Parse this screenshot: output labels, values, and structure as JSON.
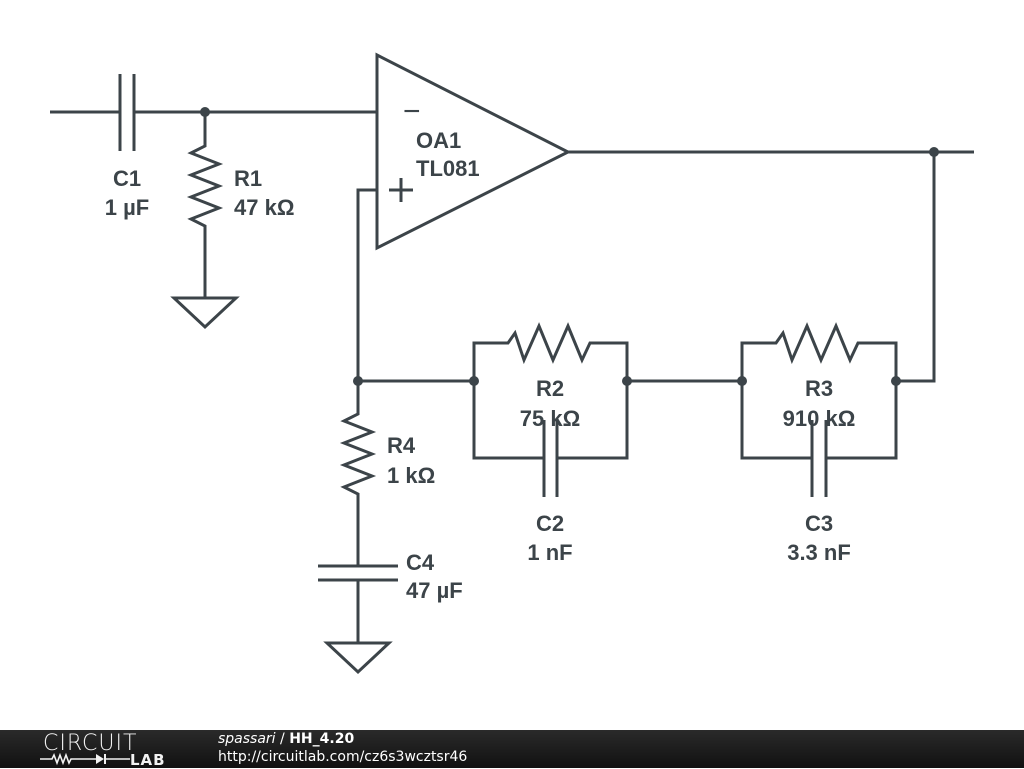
{
  "schematic": {
    "components": {
      "C1": {
        "ref": "C1",
        "value": "1 µF"
      },
      "R1": {
        "ref": "R1",
        "value": "47 kΩ"
      },
      "OA1": {
        "ref": "OA1",
        "value": "TL081"
      },
      "R2": {
        "ref": "R2",
        "value": "75 kΩ"
      },
      "C2": {
        "ref": "C2",
        "value": "1 nF"
      },
      "R3": {
        "ref": "R3",
        "value": "910 kΩ"
      },
      "C3": {
        "ref": "C3",
        "value": "3.3 nF"
      },
      "R4": {
        "ref": "R4",
        "value": "1 kΩ"
      },
      "C4": {
        "ref": "C4",
        "value": "47 µF"
      }
    },
    "opamp_pins": {
      "inverting": "−",
      "noninverting": "+"
    },
    "line_color": "#3c4449"
  },
  "footer": {
    "logo_top": "CIRCUIT",
    "logo_bottom": "LAB",
    "user": "spassari",
    "separator": " / ",
    "project": "HH_4.20",
    "url": "http://circuitlab.com/cz6s3wcztsr46"
  }
}
